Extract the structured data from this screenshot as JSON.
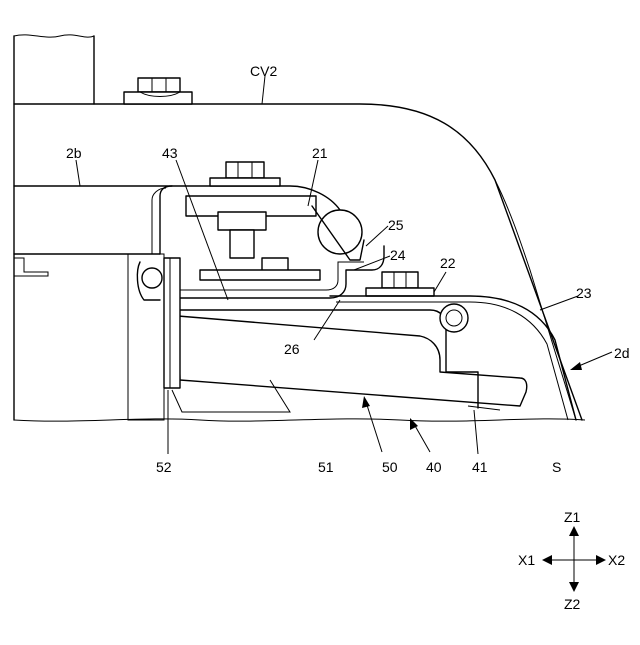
{
  "labels": {
    "cv2": "CV2",
    "l2b": "2b",
    "l43": "43",
    "l21": "21",
    "l25": "25",
    "l24": "24",
    "l22": "22",
    "l23": "23",
    "l2d": "2d",
    "l26": "26",
    "l52": "52",
    "l51": "51",
    "l50": "50",
    "l40": "40",
    "l41": "41",
    "lS": "S"
  },
  "axes": {
    "z1": "Z1",
    "z2": "Z2",
    "x1": "X1",
    "x2": "X2"
  }
}
